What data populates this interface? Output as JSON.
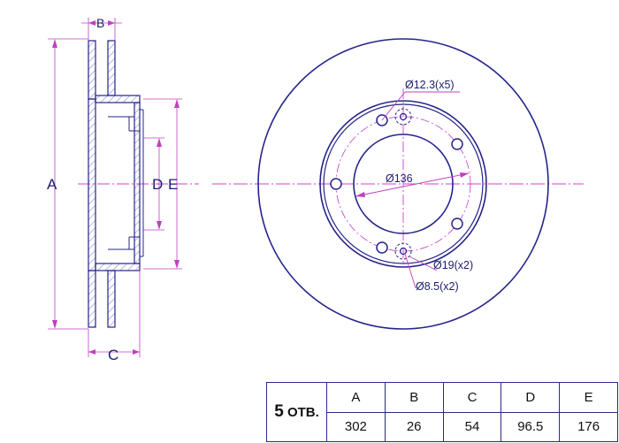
{
  "labels": {
    "A": "A",
    "B": "B",
    "C": "C",
    "D": "D",
    "E": "E"
  },
  "callouts": {
    "stud_holes": "Ø12.3(x5)",
    "center_bore": "Ø136",
    "large_holes": "Ø19(x2)",
    "small_holes": "Ø8.5(x2)"
  },
  "table": {
    "holes_number": "5",
    "holes_label": "ОТВ.",
    "headers": [
      "A",
      "B",
      "C",
      "D",
      "E"
    ],
    "values": [
      "302",
      "26",
      "54",
      "96.5",
      "176"
    ]
  },
  "colors": {
    "outline": "#24248a",
    "centerline": "#d040d0",
    "dimension": "#c040c0",
    "hatch": "#a0a0c8"
  }
}
